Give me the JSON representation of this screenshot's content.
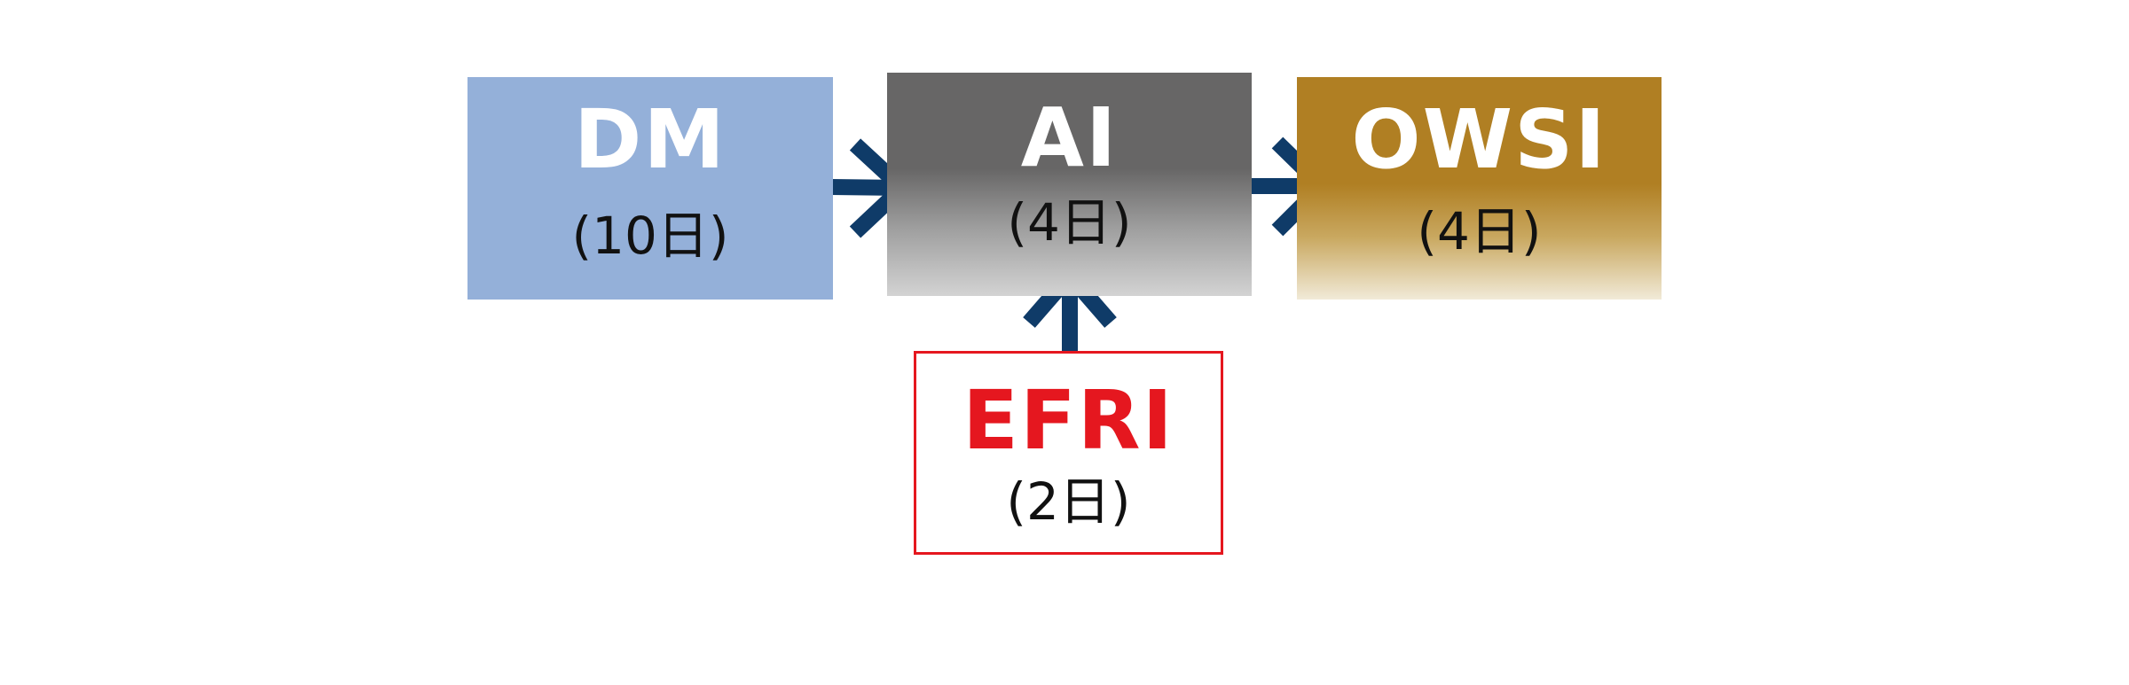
{
  "nodes": {
    "dm": {
      "label": "DM",
      "duration": "(10日)"
    },
    "ai": {
      "label": "AI",
      "duration": "(4日)"
    },
    "owsi": {
      "label": "OWSI",
      "duration": "(4日)"
    },
    "efri": {
      "label": "EFRI",
      "duration": "(2日)"
    }
  },
  "colors": {
    "dm_fill": "#94b0d9",
    "ai_fill": "#676666",
    "owsi_fill": "#b07f23",
    "efri_border": "#e5171f",
    "efri_text": "#e5171f",
    "arrow": "#0f3b68"
  },
  "edges": [
    {
      "from": "DM",
      "to": "AI"
    },
    {
      "from": "AI",
      "to": "OWSI"
    },
    {
      "from": "EFRI",
      "to": "AI"
    }
  ]
}
